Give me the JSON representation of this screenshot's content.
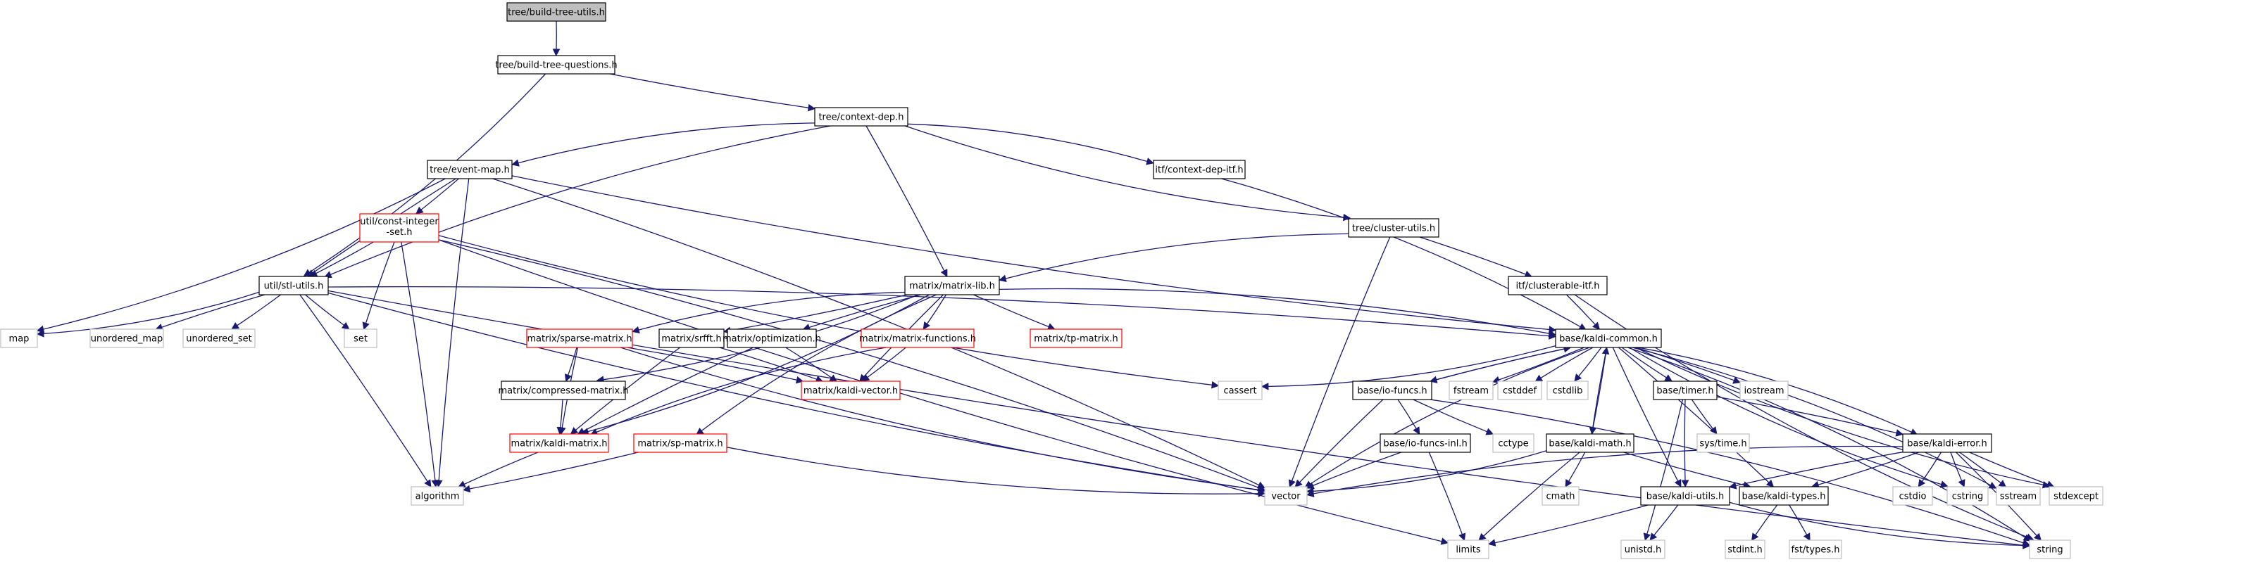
{
  "nodes": [
    {
      "id": "n_build_tree_utils",
      "label": "tree/build-tree-utils.h",
      "style": "root"
    },
    {
      "id": "n_build_tree_questions",
      "label": "tree/build-tree-questions.h",
      "style": "documented"
    },
    {
      "id": "n_context_dep",
      "label": "tree/context-dep.h",
      "style": "documented"
    },
    {
      "id": "n_event_map",
      "label": "tree/event-map.h",
      "style": "documented"
    },
    {
      "id": "n_context_dep_itf",
      "label": "itf/context-dep-itf.h",
      "style": "documented"
    },
    {
      "id": "n_const_integer_set",
      "label": "util/const-integer-set.h",
      "style": "truncated",
      "lines": [
        "util/const-integer",
        "-set.h"
      ]
    },
    {
      "id": "n_cluster_utils",
      "label": "tree/cluster-utils.h",
      "style": "documented"
    },
    {
      "id": "n_matrix_lib",
      "label": "matrix/matrix-lib.h",
      "style": "documented"
    },
    {
      "id": "n_clusterable_itf",
      "label": "itf/clusterable-itf.h",
      "style": "documented"
    },
    {
      "id": "n_stl_utils",
      "label": "util/stl-utils.h",
      "style": "documented"
    },
    {
      "id": "n_map",
      "label": "map",
      "style": "system"
    },
    {
      "id": "n_unordered_map",
      "label": "unordered_map",
      "style": "system"
    },
    {
      "id": "n_unordered_set",
      "label": "unordered_set",
      "style": "system"
    },
    {
      "id": "n_set",
      "label": "set",
      "style": "system"
    },
    {
      "id": "n_sparse_matrix",
      "label": "matrix/sparse-matrix.h",
      "style": "truncated"
    },
    {
      "id": "n_srfft",
      "label": "matrix/srfft.h",
      "style": "documented"
    },
    {
      "id": "n_optimization",
      "label": "matrix/optimization.h",
      "style": "documented"
    },
    {
      "id": "n_matrix_functions",
      "label": "matrix/matrix-functions.h",
      "style": "truncated"
    },
    {
      "id": "n_tp_matrix",
      "label": "matrix/tp-matrix.h",
      "style": "truncated"
    },
    {
      "id": "n_kaldi_common",
      "label": "base/kaldi-common.h",
      "style": "documented"
    },
    {
      "id": "n_compressed_matrix",
      "label": "matrix/compressed-matrix.h",
      "style": "documented"
    },
    {
      "id": "n_kaldi_vector",
      "label": "matrix/kaldi-vector.h",
      "style": "truncated"
    },
    {
      "id": "n_cassert",
      "label": "cassert",
      "style": "system"
    },
    {
      "id": "n_io_funcs",
      "label": "base/io-funcs.h",
      "style": "documented"
    },
    {
      "id": "n_fstream",
      "label": "fstream",
      "style": "system"
    },
    {
      "id": "n_cstddef",
      "label": "cstddef",
      "style": "system"
    },
    {
      "id": "n_cstdlib",
      "label": "cstdlib",
      "style": "system"
    },
    {
      "id": "n_timer",
      "label": "base/timer.h",
      "style": "documented"
    },
    {
      "id": "n_iostream",
      "label": "iostream",
      "style": "system"
    },
    {
      "id": "n_kaldi_matrix",
      "label": "matrix/kaldi-matrix.h",
      "style": "truncated"
    },
    {
      "id": "n_sp_matrix",
      "label": "matrix/sp-matrix.h",
      "style": "truncated"
    },
    {
      "id": "n_io_funcs_inl",
      "label": "base/io-funcs-inl.h",
      "style": "documented"
    },
    {
      "id": "n_cctype",
      "label": "cctype",
      "style": "system"
    },
    {
      "id": "n_kaldi_math",
      "label": "base/kaldi-math.h",
      "style": "documented"
    },
    {
      "id": "n_sys_time",
      "label": "sys/time.h",
      "style": "system"
    },
    {
      "id": "n_kaldi_error",
      "label": "base/kaldi-error.h",
      "style": "documented"
    },
    {
      "id": "n_algorithm",
      "label": "algorithm",
      "style": "system"
    },
    {
      "id": "n_vector",
      "label": "vector",
      "style": "system"
    },
    {
      "id": "n_cmath",
      "label": "cmath",
      "style": "system"
    },
    {
      "id": "n_kaldi_utils",
      "label": "base/kaldi-utils.h",
      "style": "documented"
    },
    {
      "id": "n_kaldi_types",
      "label": "base/kaldi-types.h",
      "style": "documented"
    },
    {
      "id": "n_cstdio",
      "label": "cstdio",
      "style": "system"
    },
    {
      "id": "n_cstring",
      "label": "cstring",
      "style": "system"
    },
    {
      "id": "n_sstream",
      "label": "sstream",
      "style": "system"
    },
    {
      "id": "n_stdexcept",
      "label": "stdexcept",
      "style": "system"
    },
    {
      "id": "n_limits",
      "label": "limits",
      "style": "system"
    },
    {
      "id": "n_unistd",
      "label": "unistd.h",
      "style": "system"
    },
    {
      "id": "n_stdint",
      "label": "stdint.h",
      "style": "system"
    },
    {
      "id": "n_fst_types",
      "label": "fst/types.h",
      "style": "system"
    },
    {
      "id": "n_string",
      "label": "string",
      "style": "system"
    }
  ],
  "edges": [
    [
      "n_build_tree_utils",
      "n_build_tree_questions"
    ],
    [
      "n_build_tree_questions",
      "n_context_dep"
    ],
    [
      "n_build_tree_questions",
      "n_stl_utils"
    ],
    [
      "n_context_dep",
      "n_event_map"
    ],
    [
      "n_context_dep",
      "n_context_dep_itf"
    ],
    [
      "n_context_dep",
      "n_cluster_utils"
    ],
    [
      "n_context_dep",
      "n_matrix_lib"
    ],
    [
      "n_context_dep",
      "n_stl_utils"
    ],
    [
      "n_event_map",
      "n_const_integer_set"
    ],
    [
      "n_event_map",
      "n_stl_utils"
    ],
    [
      "n_event_map",
      "n_map"
    ],
    [
      "n_event_map",
      "n_algorithm"
    ],
    [
      "n_event_map",
      "n_vector"
    ],
    [
      "n_event_map",
      "n_kaldi_common"
    ],
    [
      "n_const_integer_set",
      "n_stl_utils"
    ],
    [
      "n_const_integer_set",
      "n_set"
    ],
    [
      "n_const_integer_set",
      "n_algorithm"
    ],
    [
      "n_const_integer_set",
      "n_limits"
    ],
    [
      "n_const_integer_set",
      "n_vector"
    ],
    [
      "n_const_integer_set",
      "n_cassert"
    ],
    [
      "n_context_dep_itf",
      "n_kaldi_common"
    ],
    [
      "n_cluster_utils",
      "n_matrix_lib"
    ],
    [
      "n_cluster_utils",
      "n_clusterable_itf"
    ],
    [
      "n_cluster_utils",
      "n_vector"
    ],
    [
      "n_clusterable_itf",
      "n_kaldi_common"
    ],
    [
      "n_clusterable_itf",
      "n_string"
    ],
    [
      "n_matrix_lib",
      "n_kaldi_common"
    ],
    [
      "n_matrix_lib",
      "n_sparse_matrix"
    ],
    [
      "n_matrix_lib",
      "n_srfft"
    ],
    [
      "n_matrix_lib",
      "n_optimization"
    ],
    [
      "n_matrix_lib",
      "n_matrix_functions"
    ],
    [
      "n_matrix_lib",
      "n_tp_matrix"
    ],
    [
      "n_matrix_lib",
      "n_compressed_matrix"
    ],
    [
      "n_matrix_lib",
      "n_kaldi_vector"
    ],
    [
      "n_matrix_lib",
      "n_kaldi_matrix"
    ],
    [
      "n_matrix_lib",
      "n_sp_matrix"
    ],
    [
      "n_stl_utils",
      "n_map"
    ],
    [
      "n_stl_utils",
      "n_unordered_map"
    ],
    [
      "n_stl_utils",
      "n_unordered_set"
    ],
    [
      "n_stl_utils",
      "n_set"
    ],
    [
      "n_stl_utils",
      "n_algorithm"
    ],
    [
      "n_stl_utils",
      "n_vector"
    ],
    [
      "n_stl_utils",
      "n_kaldi_common"
    ],
    [
      "n_stl_utils",
      "n_string"
    ],
    [
      "n_sparse_matrix",
      "n_compressed_matrix"
    ],
    [
      "n_sparse_matrix",
      "n_kaldi_matrix"
    ],
    [
      "n_sparse_matrix",
      "n_kaldi_vector"
    ],
    [
      "n_sparse_matrix",
      "n_vector"
    ],
    [
      "n_srfft",
      "n_kaldi_vector"
    ],
    [
      "n_srfft",
      "n_kaldi_matrix"
    ],
    [
      "n_optimization",
      "n_kaldi_vector"
    ],
    [
      "n_optimization",
      "n_kaldi_matrix"
    ],
    [
      "n_matrix_functions",
      "n_kaldi_vector"
    ],
    [
      "n_matrix_functions",
      "n_kaldi_matrix"
    ],
    [
      "n_compressed_matrix",
      "n_kaldi_matrix"
    ],
    [
      "n_kaldi_matrix",
      "n_algorithm"
    ],
    [
      "n_sp_matrix",
      "n_algorithm"
    ],
    [
      "n_sp_matrix",
      "n_vector"
    ],
    [
      "n_kaldi_common",
      "n_cassert"
    ],
    [
      "n_kaldi_common",
      "n_io_funcs"
    ],
    [
      "n_kaldi_common",
      "n_fstream"
    ],
    [
      "n_kaldi_common",
      "n_cstddef"
    ],
    [
      "n_kaldi_common",
      "n_cstdlib"
    ],
    [
      "n_kaldi_common",
      "n_timer"
    ],
    [
      "n_kaldi_common",
      "n_iostream"
    ],
    [
      "n_kaldi_common",
      "n_kaldi_math"
    ],
    [
      "n_kaldi_common",
      "n_kaldi_error"
    ],
    [
      "n_kaldi_common",
      "n_kaldi_utils"
    ],
    [
      "n_kaldi_common",
      "n_kaldi_types"
    ],
    [
      "n_kaldi_common",
      "n_cstring"
    ],
    [
      "n_kaldi_common",
      "n_sstream"
    ],
    [
      "n_kaldi_common",
      "n_stdexcept"
    ],
    [
      "n_kaldi_common",
      "n_string"
    ],
    [
      "n_kaldi_common",
      "n_vector"
    ],
    [
      "n_io_funcs",
      "n_io_funcs_inl"
    ],
    [
      "n_io_funcs",
      "n_cctype"
    ],
    [
      "n_io_funcs",
      "n_kaldi_common"
    ],
    [
      "n_io_funcs",
      "n_vector"
    ],
    [
      "n_io_funcs",
      "n_string"
    ],
    [
      "n_io_funcs_inl",
      "n_vector"
    ],
    [
      "n_io_funcs_inl",
      "n_limits"
    ],
    [
      "n_timer",
      "n_sys_time"
    ],
    [
      "n_timer",
      "n_kaldi_error"
    ],
    [
      "n_timer",
      "n_kaldi_utils"
    ],
    [
      "n_timer",
      "n_unistd"
    ],
    [
      "n_kaldi_math",
      "n_kaldi_common"
    ],
    [
      "n_kaldi_math",
      "n_cmath"
    ],
    [
      "n_kaldi_math",
      "n_limits"
    ],
    [
      "n_kaldi_math",
      "n_vector"
    ],
    [
      "n_kaldi_math",
      "n_kaldi_types"
    ],
    [
      "n_kaldi_error",
      "n_cstdio"
    ],
    [
      "n_kaldi_error",
      "n_cstring"
    ],
    [
      "n_kaldi_error",
      "n_sstream"
    ],
    [
      "n_kaldi_error",
      "n_stdexcept"
    ],
    [
      "n_kaldi_error",
      "n_string"
    ],
    [
      "n_kaldi_error",
      "n_vector"
    ],
    [
      "n_kaldi_error",
      "n_kaldi_types"
    ],
    [
      "n_kaldi_error",
      "n_kaldi_utils"
    ],
    [
      "n_kaldi_utils",
      "n_limits"
    ],
    [
      "n_kaldi_utils",
      "n_string"
    ],
    [
      "n_kaldi_utils",
      "n_unistd"
    ],
    [
      "n_kaldi_types",
      "n_stdint"
    ],
    [
      "n_kaldi_types",
      "n_fst_types"
    ]
  ],
  "colors": {
    "edge": "#191970",
    "root_fill": "#bfbfbf",
    "documented_border": "#000000",
    "truncated_border": "#ff0000",
    "system_border": "#bfbfbf",
    "text": "#000000"
  }
}
